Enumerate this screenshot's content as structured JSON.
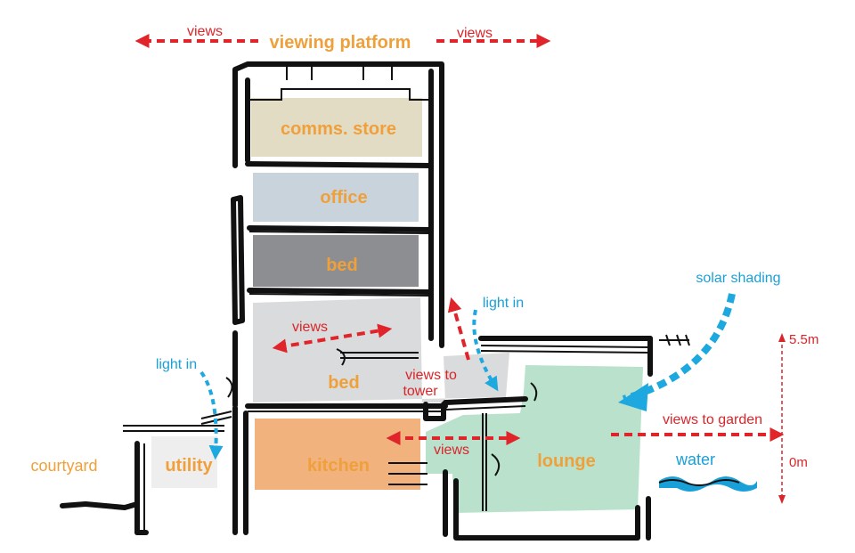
{
  "colors": {
    "room_label": "#f0a03a",
    "note_red": "#d9262b",
    "note_blue": "#1aa0d8",
    "wall": "#111111",
    "comms_store": "#e3dcc4",
    "office": "#c8d3dc",
    "bed_upper": "#8c8e91",
    "bed_lower": "#dadbdc",
    "kitchen": "#f1b27d",
    "lounge": "#b9e1cc",
    "utility": "#eeeeee",
    "water": "#1aa0d8"
  },
  "rooms": {
    "comms_store": "comms. store",
    "office": "office",
    "bed_upper": "bed",
    "bed_lower": "bed",
    "kitchen": "kitchen",
    "lounge": "lounge",
    "utility": "utility"
  },
  "labels": {
    "viewing_platform": "viewing platform",
    "views_top_left": "views",
    "views_top_right": "views",
    "views_bed": "views",
    "views_to_tower_1": "views to",
    "views_to_tower_2": "tower",
    "views_kitchen": "views",
    "views_to_garden": "views to garden",
    "light_in_left": "light in",
    "light_in_right": "light in",
    "solar_shading": "solar shading",
    "courtyard": "courtyard",
    "water": "water",
    "level_top": "5.5m",
    "level_bottom": "0m"
  }
}
